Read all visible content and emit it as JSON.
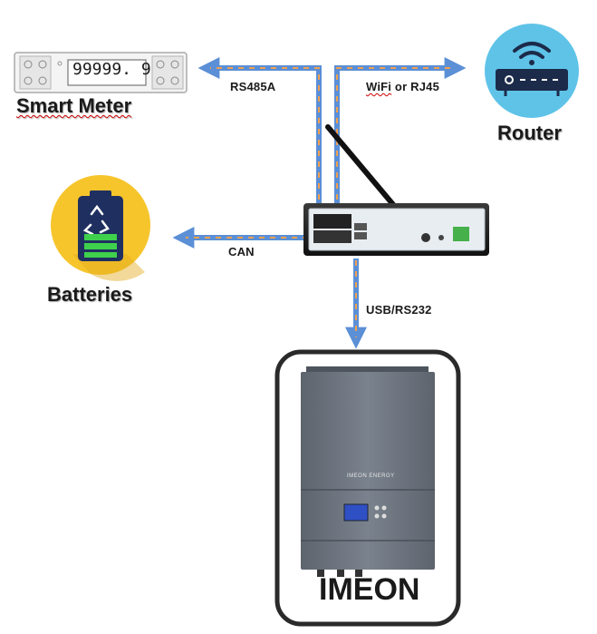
{
  "labels": {
    "smart_meter": "Smart Meter",
    "meter_display": "99999. 9",
    "router": "Router",
    "batteries": "Batteries",
    "imeon": "IMEON",
    "rs485a": "RS485A",
    "wifi_prefix": "WiFi",
    "wifi_suffix": " or RJ45",
    "can": "CAN",
    "usb_rs232": "USB/RS232",
    "inverter_brand": "IMEON ENERGY"
  },
  "colors": {
    "cable_blue": "#5b8fd6",
    "cable_orange": "#f0a050",
    "router_circle": "#5fc3e8",
    "battery_circle": "#f6c52c",
    "inverter_body": "#6f7782",
    "frame_border": "#2a2a2a"
  }
}
